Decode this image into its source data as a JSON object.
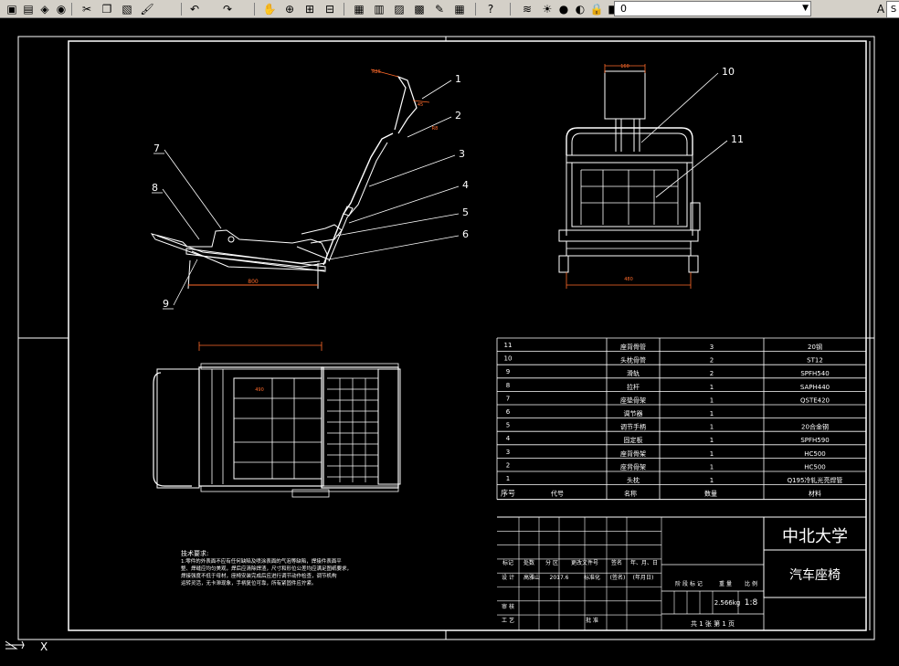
{
  "toolbar": {
    "layer_value": "0",
    "style_prefix": "S",
    "icons": [
      "open-icon",
      "save-icon",
      "plot-icon",
      "preview-icon",
      "cut-icon",
      "copy-icon",
      "paste-icon",
      "match-properties-icon",
      "undo-icon",
      "redo-icon",
      "pan-icon",
      "zoom-realtime-icon",
      "zoom-window-icon",
      "zoom-previous-icon",
      "properties-icon",
      "design-center-icon",
      "tool-palettes-icon",
      "sheet-set-icon",
      "markup-icon",
      "calculator-icon",
      "help-icon",
      "layer-manager-icon",
      "layer-state-icon",
      "layer-off-icon",
      "layer-freeze-icon",
      "layer-lock-icon",
      "layer-color-icon",
      "layer-previous-icon",
      "layer-isolate-icon",
      "text-style-icon"
    ]
  },
  "callouts": [
    "1",
    "2",
    "3",
    "4",
    "5",
    "6",
    "7",
    "8",
    "9",
    "10",
    "11"
  ],
  "dimensions": {
    "side_length": "800",
    "front_width": "480",
    "front_height": "160",
    "top_width": "490",
    "handle_r": "R25",
    "handle_a": "45",
    "handle_b": "R8"
  },
  "parts_table": {
    "rows": [
      {
        "no": "11",
        "name": "座背骨管",
        "qty": "3",
        "material": "20钢"
      },
      {
        "no": "10",
        "name": "头枕骨管",
        "qty": "2",
        "material": "ST12"
      },
      {
        "no": "9",
        "name": "滑轨",
        "qty": "2",
        "material": "SPFH540"
      },
      {
        "no": "8",
        "name": "拉杆",
        "qty": "1",
        "material": "SAPH440"
      },
      {
        "no": "7",
        "name": "座垫骨架",
        "qty": "1",
        "material": "QSTE420"
      },
      {
        "no": "6",
        "name": "调节器",
        "qty": "1",
        "material": ""
      },
      {
        "no": "5",
        "name": "调节手柄",
        "qty": "1",
        "material": "20合金钢"
      },
      {
        "no": "4",
        "name": "固定板",
        "qty": "1",
        "material": "SPFH590"
      },
      {
        "no": "3",
        "name": "座背骨架",
        "qty": "1",
        "material": "HC500"
      },
      {
        "no": "2",
        "name": "座背骨架",
        "qty": "1",
        "material": "HC500"
      },
      {
        "no": "1",
        "name": "头枕",
        "qty": "1",
        "material": "Q195冷轧光亮焊管"
      }
    ],
    "headers": {
      "no": "序号",
      "code": "代号",
      "name": "名称",
      "qty": "数量",
      "material": "材料"
    }
  },
  "title_block": {
    "school": "中北大学",
    "drawing": "汽车座椅",
    "mark": "标记",
    "count": "处数",
    "zone": "分 区",
    "doc_no": "更改文件号",
    "sign": "签名",
    "date": "年、月、日",
    "design": "设 计",
    "designer": "高雅山",
    "design_date": "2017.6",
    "standard": "标准化",
    "std_sign": "(签名)",
    "std_date": "(年月日)",
    "stage": "阶 段 标 记",
    "weight": "重 量",
    "scale": "比 例",
    "weight_val": "2.566kg",
    "scale_val": "1:8",
    "review": "审 核",
    "craft": "工 艺",
    "approve": "批 准",
    "sheets": "共 1 张   第 1 页"
  },
  "notes": {
    "heading": "技术要求:",
    "lines": [
      "1.零件的外表面不应有任何缺陷及喷涂表面的气泡等缺陷，焊接件表面平",
      "整、焊缝应均匀美观，焊后应清除焊渣，尺寸和形位公差均应满足图纸要求，",
      "焊接强度不低于母材，座椅安装完成后应进行调节动作检查，调节机构",
      "运转灵活，无卡滞现象，手柄复位可靠，所有紧固件应拧紧。"
    ]
  },
  "ucs": {
    "label": "X"
  }
}
